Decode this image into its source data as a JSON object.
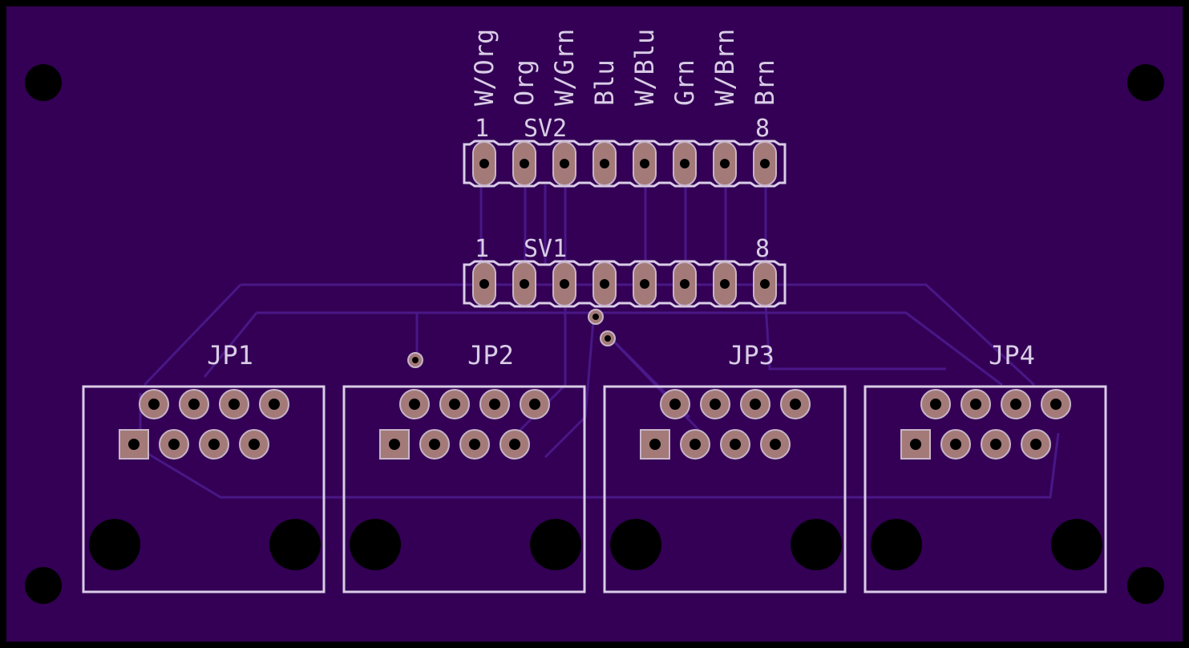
{
  "board": {
    "background": "#330055",
    "silkscreen": "#d9cde6",
    "copper": "#a37a78"
  },
  "wire_labels": [
    "W/Org",
    "Org",
    "W/Grn",
    "Blu",
    "W/Blu",
    "Grn",
    "W/Brn",
    "Brn"
  ],
  "headers": [
    {
      "name": "SV2",
      "pin_first": "1",
      "pin_last": "8"
    },
    {
      "name": "SV1",
      "pin_first": "1",
      "pin_last": "8"
    }
  ],
  "jacks": [
    "JP1",
    "JP2",
    "JP3",
    "JP4"
  ],
  "icons": {
    "mounting_hole": "mounting-hole-icon",
    "via": "via-icon"
  }
}
